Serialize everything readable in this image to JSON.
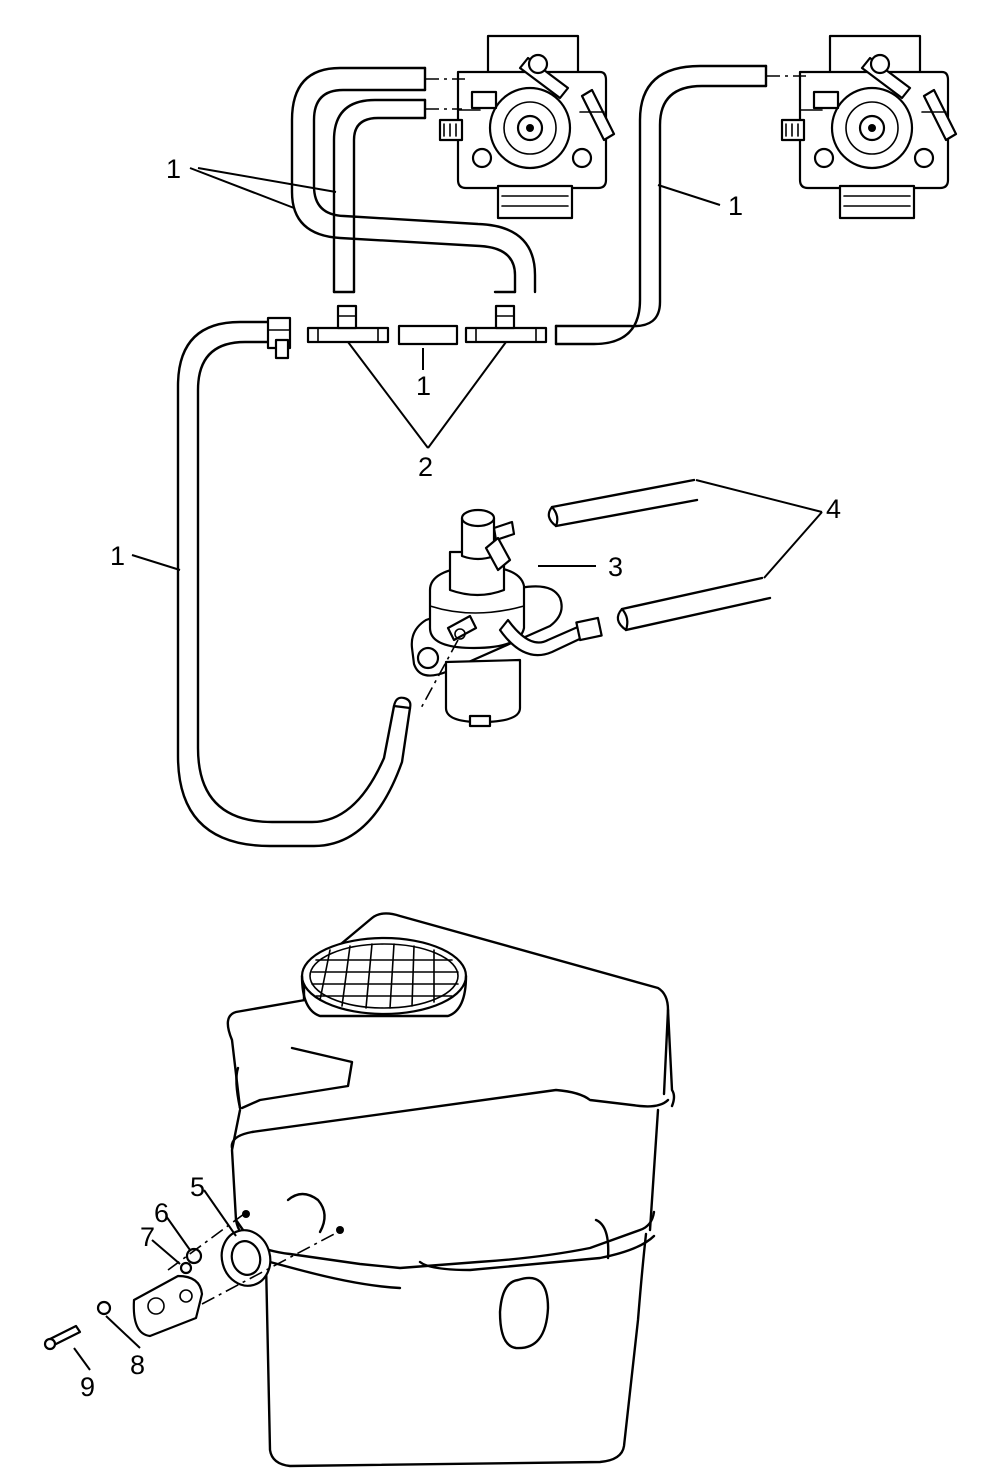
{
  "callouts": {
    "c1_upper": "1",
    "c1_right": "1",
    "c1_middle": "1",
    "c1_left": "1",
    "c2": "2",
    "c3": "3",
    "c4": "4",
    "c5": "5",
    "c6": "6",
    "c7": "7",
    "c8": "8",
    "c9": "9"
  }
}
